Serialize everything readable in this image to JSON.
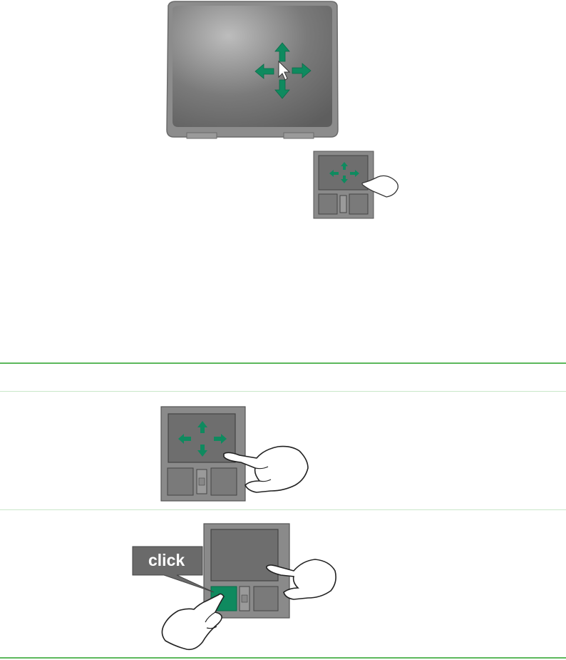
{
  "colors": {
    "arrow_green": "#0f8a5f",
    "touchpad_gray": "#6e6e6e",
    "frame_gray": "#8a8a8a",
    "callout_bg": "#6a6a6a",
    "rule_green": "#5cb85c"
  },
  "icons": [
    "screen-with-pointer",
    "move-arrows-icon",
    "pointer-icon",
    "touchpad",
    "finger-hand-icon"
  ],
  "table": {
    "rows": [
      {
        "illustration": "touchpad-move"
      },
      {
        "illustration": "touchpad-click",
        "callout_label": "click"
      }
    ]
  }
}
